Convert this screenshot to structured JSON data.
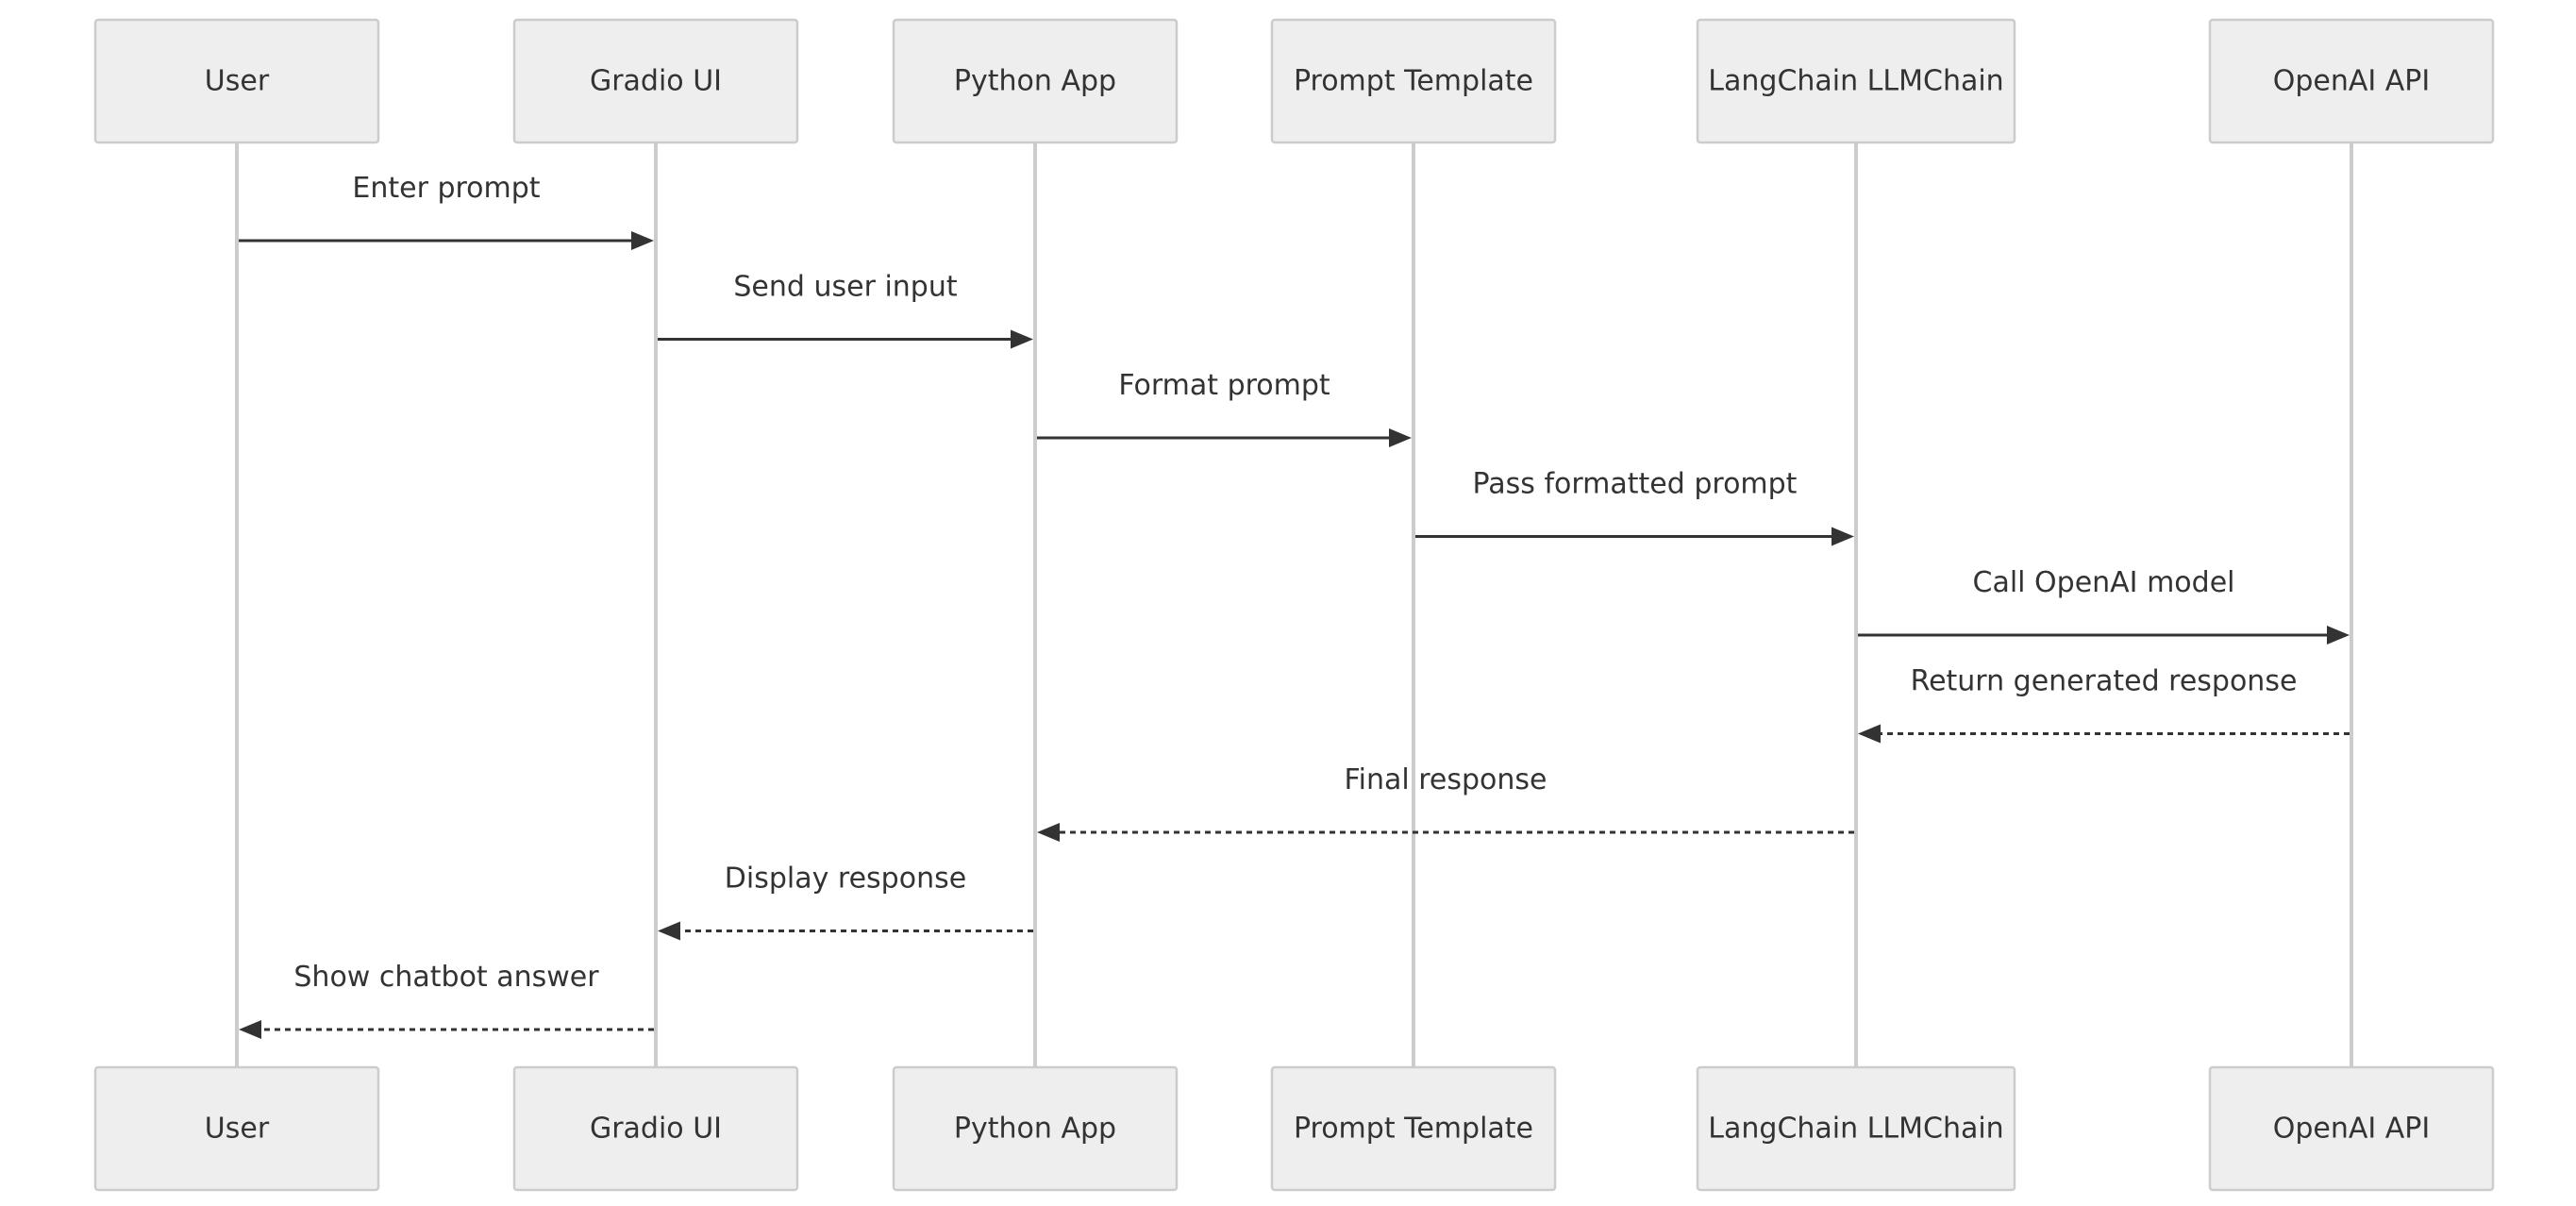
{
  "participants": [
    {
      "id": "user",
      "label": "User"
    },
    {
      "id": "gradio",
      "label": "Gradio UI"
    },
    {
      "id": "python",
      "label": "Python App"
    },
    {
      "id": "prompt",
      "label": "Prompt Template"
    },
    {
      "id": "langchain",
      "label": "LangChain LLMChain"
    },
    {
      "id": "openai",
      "label": "OpenAI API"
    }
  ],
  "messages": [
    {
      "from": "user",
      "to": "gradio",
      "label": "Enter prompt",
      "style": "solid"
    },
    {
      "from": "gradio",
      "to": "python",
      "label": "Send user input",
      "style": "solid"
    },
    {
      "from": "python",
      "to": "prompt",
      "label": "Format prompt",
      "style": "solid"
    },
    {
      "from": "prompt",
      "to": "langchain",
      "label": "Pass formatted prompt",
      "style": "solid"
    },
    {
      "from": "langchain",
      "to": "openai",
      "label": "Call OpenAI model",
      "style": "solid"
    },
    {
      "from": "openai",
      "to": "langchain",
      "label": "Return generated response",
      "style": "dashed"
    },
    {
      "from": "langchain",
      "to": "python",
      "label": "Final response",
      "style": "dashed"
    },
    {
      "from": "python",
      "to": "gradio",
      "label": "Display response",
      "style": "dashed"
    },
    {
      "from": "gradio",
      "to": "user",
      "label": "Show chatbot answer",
      "style": "dashed"
    }
  ]
}
